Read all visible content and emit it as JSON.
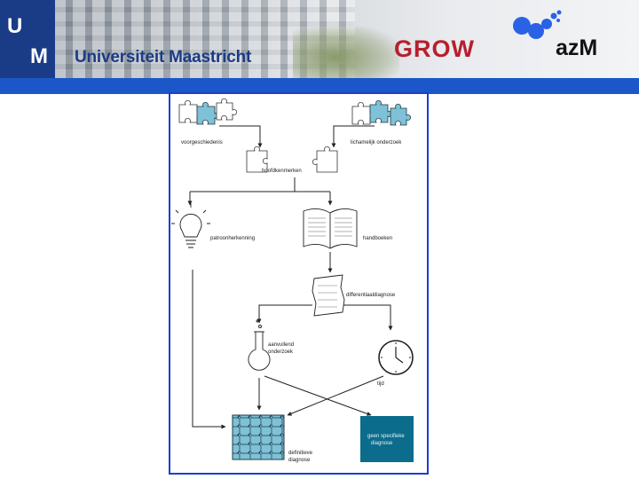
{
  "header": {
    "logo_letters": [
      "U",
      "M"
    ],
    "university_name": "Universiteit Maastricht",
    "partner_logo_1": "GROW",
    "partner_logo_2": "azM"
  },
  "diagram": {
    "nodes": {
      "voorgeschiedenis": "voorgeschiedenis",
      "lichamelijk": "lichamelijk onderzoek",
      "hoofdkenmerken": "hoofdkenmerken",
      "patroonherkenning": "patroonherkenning",
      "handboeken": "handboeken",
      "differentiaaldiagnose": "differentiaaldiagnose",
      "aanvullend_line1": "aanvullend",
      "aanvullend_line2": "onderzoek",
      "tijd": "tijd",
      "definitieve_line1": "definitieve",
      "definitieve_line2": "diagnose",
      "geen_line1": "geen specifieke",
      "geen_line2": "diagnose"
    }
  },
  "colors": {
    "brand_blue": "#1a3c86",
    "accent_bar": "#1b57c8",
    "frame_border": "#1c3fcf",
    "puzzle_blue": "#7fc1d6",
    "box_teal": "#0b6c8c",
    "grow_red": "#b81e2d"
  }
}
